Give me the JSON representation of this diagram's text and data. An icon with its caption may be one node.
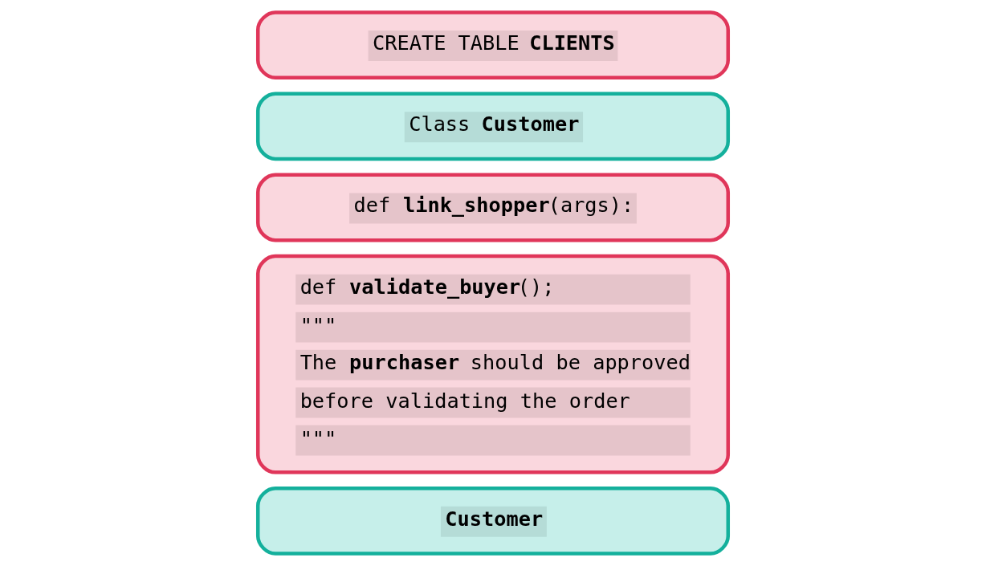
{
  "diagram": {
    "nodes": [
      {
        "text": [
          "CREATE TABLE **CLIENTS**"
        ]
      },
      {
        "text": [
          "Class **Customer**"
        ]
      },
      {
        "text": [
          "def **link_shopper**(args):"
        ]
      },
      {
        "text": [
          "def **validate_buyer**();",
          "\"\"\"",
          "The **purchaser** should be approved before validating the order",
          "\"\"\""
        ]
      },
      {
        "text": [
          "**Customer**"
        ]
      }
    ],
    "edges": []
  }
}
